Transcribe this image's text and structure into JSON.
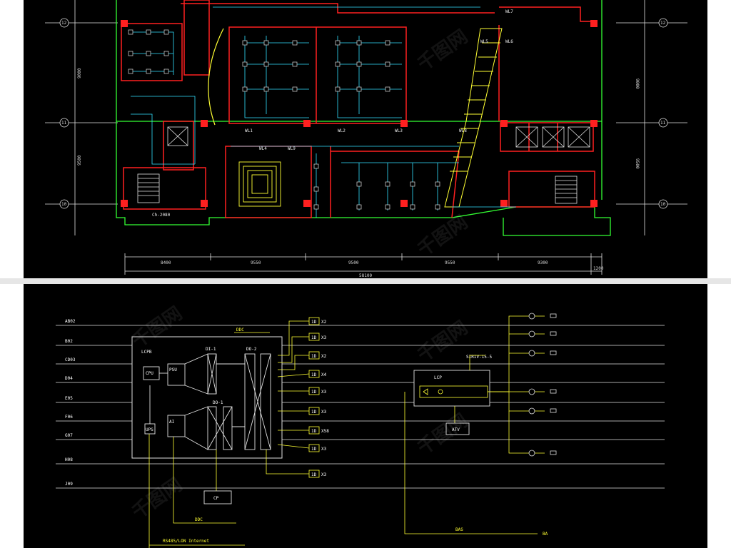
{
  "colors": {
    "background": "#000000",
    "wall_red": "#ff2020",
    "wall_green": "#33ff33",
    "wire_cyan": "#33e0ff",
    "fixture_yellow": "#ffff33",
    "text_white": "#ffffff"
  },
  "floor_plan": {
    "grid_labels_left": [
      "12",
      "11",
      "10"
    ],
    "grid_labels_right": [
      "12",
      "11",
      "10"
    ],
    "dimension_labels_bottom": [
      "8400",
      "9550",
      "9500",
      "9550",
      "9300",
      "1200"
    ],
    "total_dimension": "58100",
    "side_dimension_left_upper": "9000",
    "side_dimension_left_lower": "9500",
    "side_dimension_right_upper": "9000",
    "side_dimension_right_lower": "9500",
    "room_tag": "Ch-2080",
    "panel_tags": [
      "WL1",
      "WL2",
      "WL3",
      "WL4",
      "WL5",
      "WL6",
      "WL7",
      "WL8",
      "WL9"
    ]
  },
  "system_diagram": {
    "row_labels": [
      "AB02",
      "B02",
      "CD03",
      "D04",
      "E05",
      "F06",
      "G07",
      "H08",
      "J09"
    ],
    "cabinet_title": "LCPB",
    "box_labels": [
      "CPU",
      "PSU",
      "AI",
      "UPS"
    ],
    "module_labels": [
      "DI-1",
      "DO-1",
      "DO-2"
    ],
    "small_box_label": "1D",
    "output_tags": [
      "X2",
      "X3",
      "X2",
      "X4",
      "X3",
      "X3",
      "X58",
      "X3",
      "X3"
    ],
    "bottom_box_label": "CP",
    "note_1": "DDC",
    "note_2": "RS485/LON Internet",
    "right_module_title": "SIRIV-15-5",
    "right_module_label": "LCP",
    "right_bottom_box": "ATV",
    "right_note": "BAS",
    "right_end_label": "BA"
  },
  "watermark": "千图网"
}
